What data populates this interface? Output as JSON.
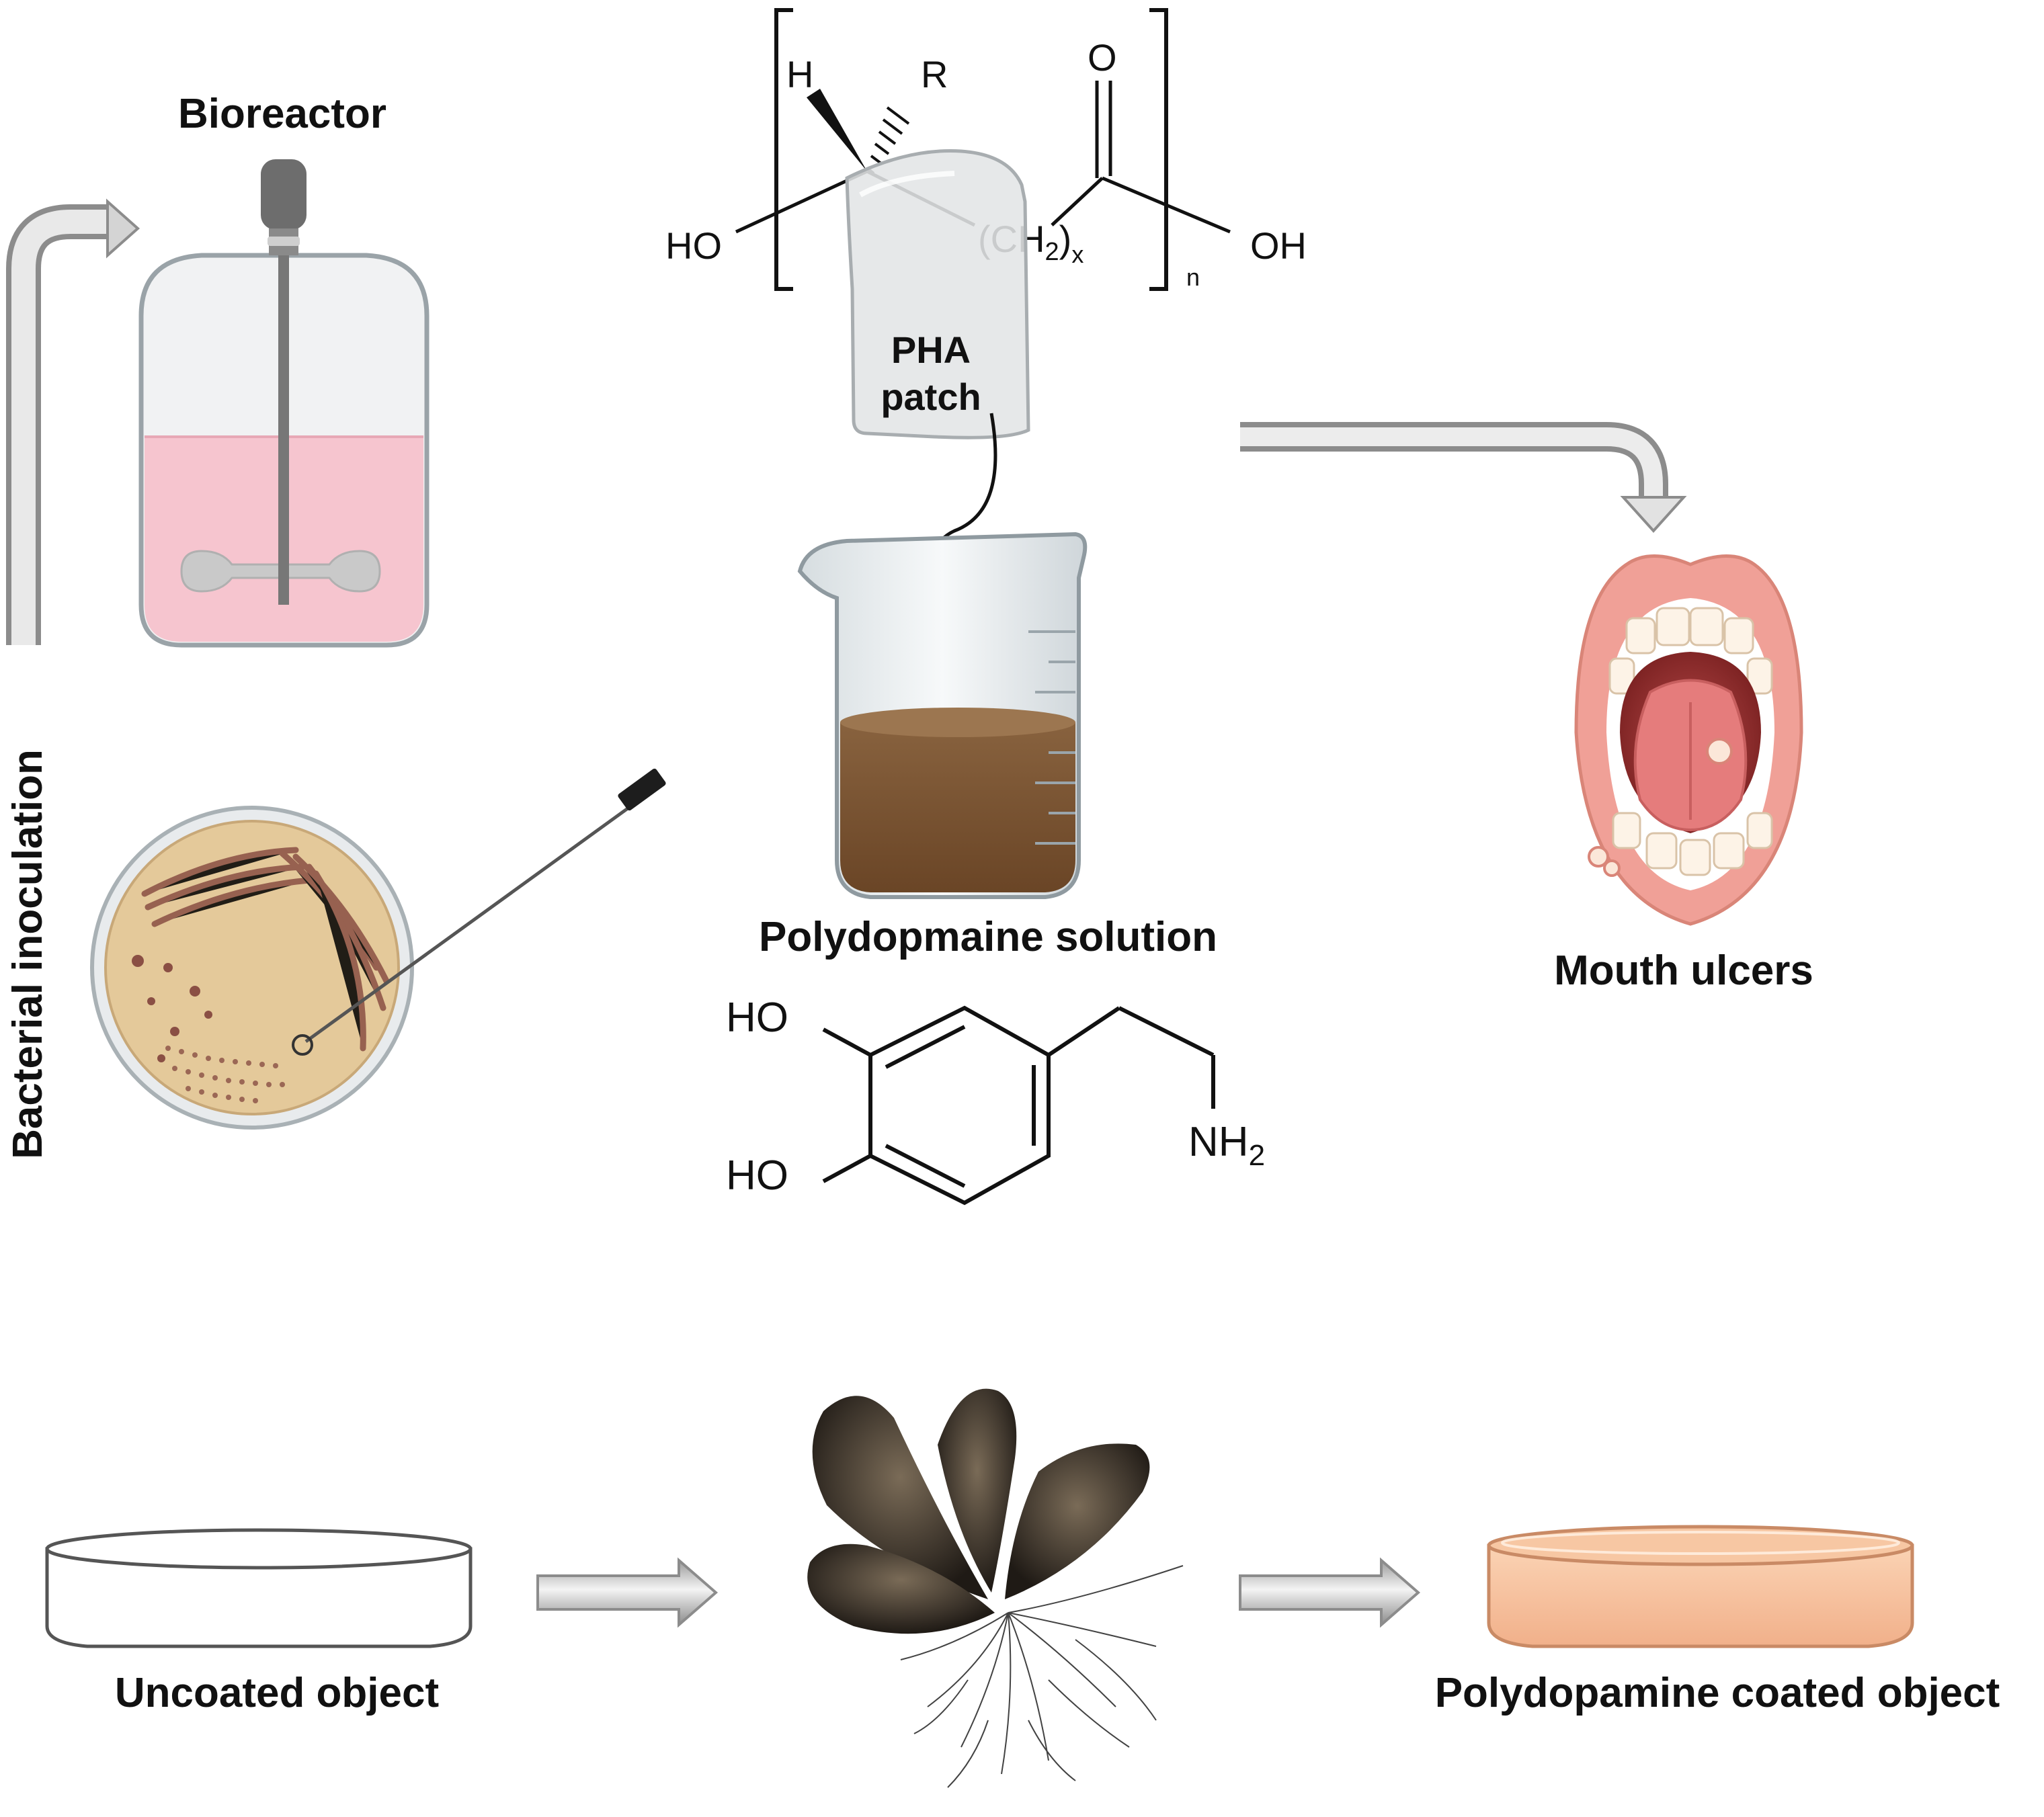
{
  "labels": {
    "bioreactor": "Bioreactor",
    "bacterial_inoculation": "Bacterial inoculation",
    "pha_patch_line1": "PHA",
    "pha_patch_line2": "patch",
    "polydopamine_solution": "Polydopmaine solution",
    "mouth_ulcers": "Mouth ulcers",
    "uncoated_object": "Uncoated object",
    "coated_object": "Polydopamine coated object"
  },
  "pha_structure": {
    "h": "H",
    "r": "R",
    "o": "O",
    "ho_left": "HO",
    "ch2": "(CH",
    "ch2_sub": "2",
    "ch2_close": ")",
    "x_sub": "x",
    "oh_right": "OH",
    "n_sub": "n"
  },
  "dopamine_structure": {
    "ho_top": "HO",
    "ho_bottom": "HO",
    "nh": "NH",
    "nh_sub": "2"
  },
  "colors": {
    "bioreactor_media": "#f6c5cf",
    "agar": "#e4c99a",
    "bacteria": "#8a4f44",
    "polydopamine_solution": "#7a5433",
    "mouth_lips": "#f0a097",
    "tongue": "#e57c7c",
    "coated_object": "#f7c7a3",
    "arrow_gray": "#b7b7b7"
  }
}
